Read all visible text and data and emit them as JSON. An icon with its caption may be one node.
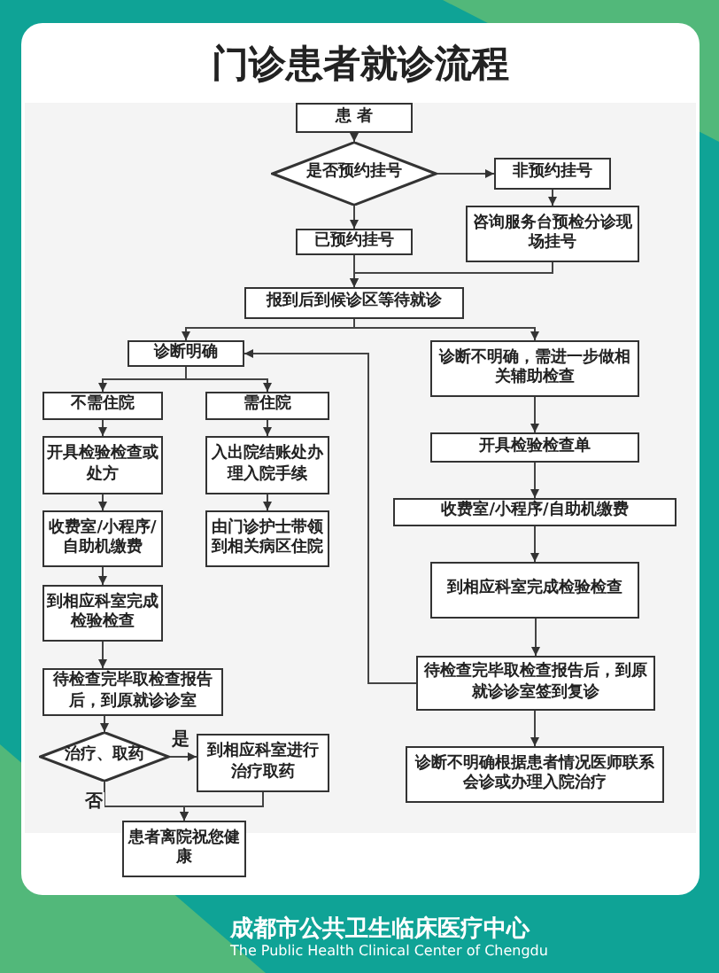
{
  "diagram": {
    "title": "门诊患者就诊流程",
    "nodes": [
      {
        "text": [
          "患 者"
        ]
      },
      {
        "text": [
          "是否预约挂号"
        ]
      },
      {
        "text": [
          "非预约挂号"
        ]
      },
      {
        "text": [
          "咨询服务台预检分诊现场挂号"
        ]
      },
      {
        "text": [
          "已预约挂号"
        ]
      },
      {
        "text": [
          "报到后到候诊区等待就诊"
        ]
      },
      {
        "text": [
          "诊断明确"
        ]
      },
      {
        "text": [
          "不需住院"
        ]
      },
      {
        "text": [
          "需住院"
        ]
      },
      {
        "text": [
          "开具检验检查或处方"
        ]
      },
      {
        "text": [
          "入出院结账处办理入院手续"
        ]
      },
      {
        "text": [
          "收费室/小程序/自助机缴费"
        ]
      },
      {
        "text": [
          "由门诊护士带领到相关病区住院"
        ]
      },
      {
        "text": [
          "到相应科室完成检验检查"
        ]
      },
      {
        "text": [
          "待检查完毕取检查报告后，到原就诊诊室"
        ]
      },
      {
        "text": [
          "治疗、取药"
        ]
      },
      {
        "text": [
          "到相应科室进行治疗取药"
        ]
      },
      {
        "text": [
          "患者离院祝您健康"
        ]
      },
      {
        "text": [
          "诊断不明确，需进一步做相关辅助检查"
        ]
      },
      {
        "text": [
          "开具检验检查单"
        ]
      },
      {
        "text": [
          "收费室/小程序/自助机缴费"
        ]
      },
      {
        "text": [
          "到相应科室完成检验检查"
        ]
      },
      {
        "text": [
          "待检查完毕取检查报告后，到原就诊诊室签到复诊"
        ]
      },
      {
        "text": [
          "诊断不明确根据患者情况医师联系会诊或办理入院治疗"
        ]
      }
    ],
    "edges": [
      {
        "from": 0,
        "to": 1,
        "arrow": "to"
      },
      {
        "from": 1,
        "to": 2,
        "arrow": "to"
      },
      {
        "from": 1,
        "to": 4,
        "arrow": "to"
      },
      {
        "from": 2,
        "to": 3,
        "arrow": "to"
      },
      {
        "from": 4,
        "to": 5,
        "arrow": "to"
      },
      {
        "from": 3,
        "to": 5,
        "arrow": "to"
      },
      {
        "from": 5,
        "to": 6,
        "arrow": "to"
      },
      {
        "from": 5,
        "to": 18,
        "arrow": "to"
      },
      {
        "from": 6,
        "to": 7,
        "arrow": "to"
      },
      {
        "from": 6,
        "to": 8,
        "arrow": "to"
      },
      {
        "from": 7,
        "to": 9,
        "arrow": "to"
      },
      {
        "from": 9,
        "to": 11,
        "arrow": "to"
      },
      {
        "from": 11,
        "to": 13,
        "arrow": "to"
      },
      {
        "from": 13,
        "to": 14,
        "arrow": "to"
      },
      {
        "from": 8,
        "to": 10,
        "arrow": "to"
      },
      {
        "from": 10,
        "to": 12,
        "arrow": "to"
      },
      {
        "from": 14,
        "to": 15,
        "arrow": "to"
      },
      {
        "from": 15,
        "to": 16,
        "arrow": "to",
        "label": "是"
      },
      {
        "from": 15,
        "to": 17,
        "arrow": "to",
        "label": "否"
      },
      {
        "from": 16,
        "to": 17,
        "arrow": "to"
      },
      {
        "from": 18,
        "to": 19,
        "arrow": "to"
      },
      {
        "from": 19,
        "to": 20,
        "arrow": "to"
      },
      {
        "from": 20,
        "to": 21,
        "arrow": "to"
      },
      {
        "from": 21,
        "to": 22,
        "arrow": "to"
      },
      {
        "from": 22,
        "to": 6,
        "arrow": "to"
      },
      {
        "from": 22,
        "to": 23,
        "arrow": "to"
      }
    ],
    "labels": [
      "成都市公共卫生临床医疗中心",
      "The Public Health Clinical Center of Chengdu"
    ]
  }
}
